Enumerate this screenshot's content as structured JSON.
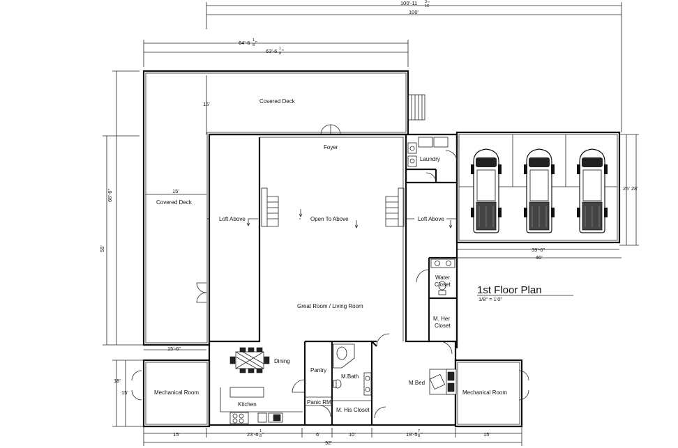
{
  "title": "1st Floor Plan",
  "scale": "1/8\" = 1'0\"",
  "rooms": {
    "covered_deck_top": "Covered Deck",
    "covered_deck_left": "Covered Deck",
    "foyer": "Foyer",
    "laundry": "Laundry",
    "loft_above_left": "Loft Above",
    "open_to_above": "Open To Above",
    "loft_above_right": "Loft Above",
    "great_room": "Great Room / Living Room",
    "water_closet_1": "Water",
    "water_closet_2": "Closet",
    "her_closet_1": "M. Her",
    "her_closet_2": "Closet",
    "dining": "Dining",
    "pantry": "Pantry",
    "m_bath": "M.Bath",
    "m_bed": "M.Bed",
    "kitchen": "Kitchen",
    "panic_room": "Panic RM",
    "his_closet": "M. His Closet",
    "mech_left": "Mechanical Room",
    "mech_right": "Mechanical Room"
  },
  "dimensions": {
    "top_overall": "100'-11",
    "top_overall_frac_num": "3",
    "top_overall_frac_den": "16",
    "top_overall_suffix": "\"",
    "top_inner": "100'",
    "deck_outer": "64'-6",
    "deck_outer_frac_num": "1",
    "deck_outer_frac_den": "8",
    "deck_outer_suffix": "\"",
    "deck_inner": "63'-6",
    "deck_inner_frac_num": "1",
    "deck_inner_frac_den": "8",
    "deck_inner_suffix": "\"",
    "deck_depth": "15'",
    "deck_left_width": "15'",
    "left_outer": "66'-6\"",
    "left_inner": "55'",
    "bottom_deck": "15'-6\"",
    "mech_outer": "18'",
    "mech_inner": "15'",
    "garage_inner": "39'-6\"",
    "garage_outer": "40'",
    "garage_depth_outer": "25'",
    "garage_depth_inner": "28'",
    "bottom_1": "15'",
    "bottom_2": "23'-6",
    "bottom_2_frac_num": "1",
    "bottom_2_frac_den": "8",
    "bottom_2_suffix": "\"",
    "bottom_3": "6'",
    "bottom_4": "10'",
    "bottom_5": "19'-5",
    "bottom_5_frac_num": "7",
    "bottom_5_frac_den": "8",
    "bottom_5_suffix": "\"",
    "bottom_6": "15'",
    "bottom_total": "92'"
  },
  "garage": {
    "vehicle_count": 3,
    "vehicle_icon": "pickup-truck-icon"
  }
}
